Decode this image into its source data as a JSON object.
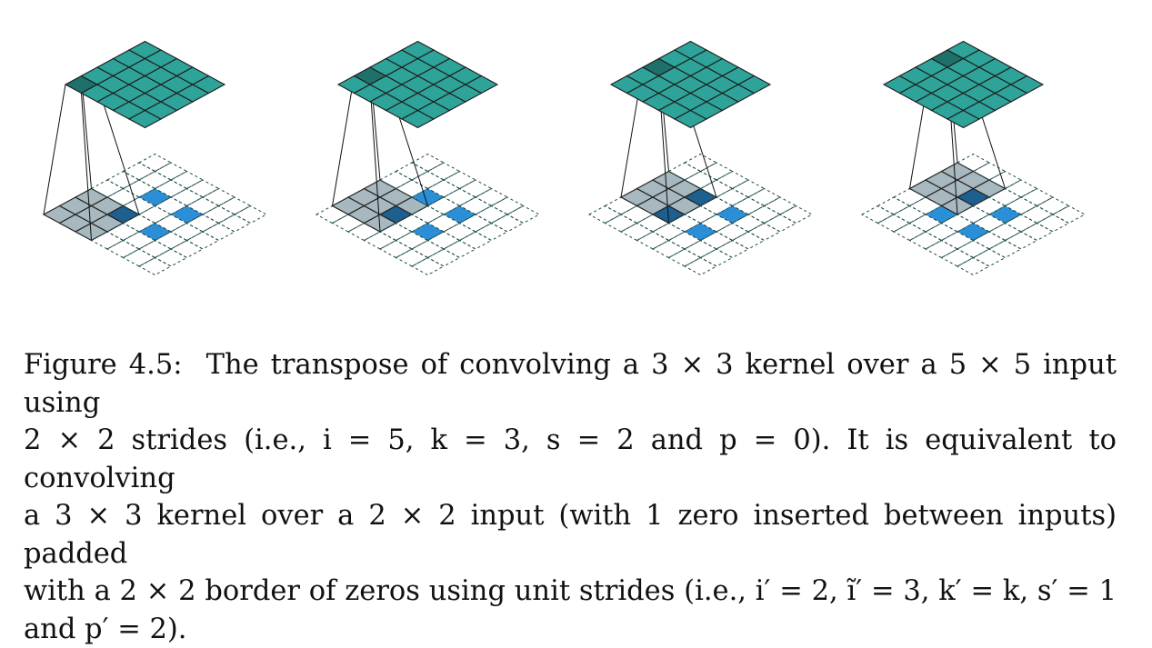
{
  "figure": {
    "panels": [
      {
        "kernel_position": [
          0,
          0
        ],
        "highlight_output": [
          0,
          0
        ]
      },
      {
        "kernel_position": [
          0,
          1
        ],
        "highlight_output": [
          0,
          1
        ]
      },
      {
        "kernel_position": [
          0,
          2
        ],
        "highlight_output": [
          0,
          2
        ]
      },
      {
        "kernel_position": [
          0,
          3
        ],
        "highlight_output": [
          0,
          3
        ]
      }
    ],
    "output_grid_size": 5,
    "input_grid_size": 7,
    "input_values": [
      [
        2,
        2
      ],
      [
        2,
        4
      ],
      [
        4,
        2
      ],
      [
        4,
        4
      ]
    ],
    "colors": {
      "output_fill": "#2ea39a",
      "output_dark": "#1f6f6b",
      "kernel_fill": "#a7b8bf",
      "input_value": "#2b8fd8",
      "input_value_dark": "#1d5f8e",
      "grid_dash": "#1e4a4a"
    }
  },
  "caption": {
    "label": "Figure 4.5:",
    "lines": [
      "The transpose of convolving a 3 × 3 kernel over a 5 × 5 input using",
      "2 × 2 strides (i.e., i = 5, k = 3, s = 2 and p = 0). It is equivalent to convolving",
      "a 3 × 3 kernel over a 2 × 2 input (with 1 zero inserted between inputs) padded",
      "with a 2 × 2 border of zeros using unit strides (i.e., i′ = 2, ĩ′ = 3, k′ = k, s′ = 1",
      "and p′ = 2)."
    ]
  }
}
